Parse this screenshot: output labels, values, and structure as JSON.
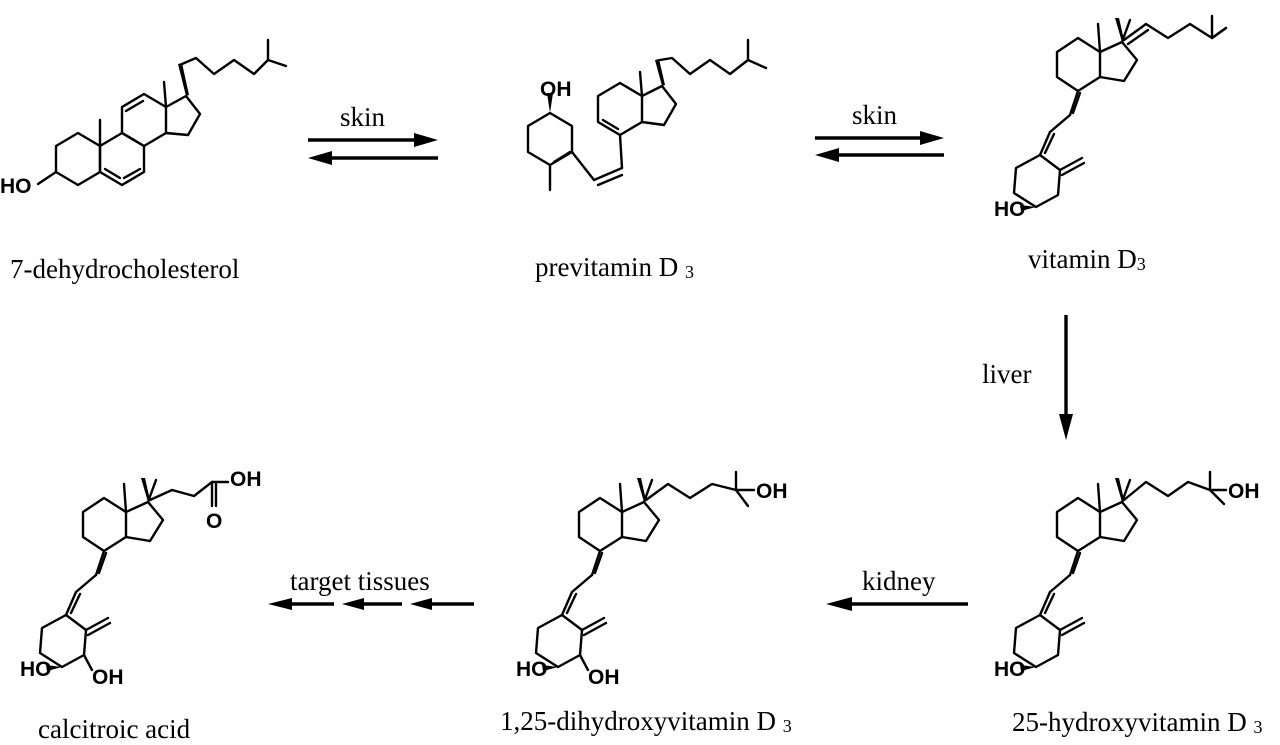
{
  "compounds": {
    "dehydrocholesterol": {
      "name": "7-dehydrocholesterol",
      "oh": "HO"
    },
    "previtamin": {
      "name": "previtamin D",
      "sub": "3",
      "oh": "OH"
    },
    "vitamin": {
      "name": "vitamin D",
      "sub": "3",
      "oh": "HO"
    },
    "hydroxy25": {
      "name": "25-hydroxyvitamin D",
      "sub": "3",
      "oh_ring": "HO",
      "oh_chain": "OH"
    },
    "dihydroxy": {
      "name": "1,25-dihydroxyvitamin D",
      "sub": "3",
      "oh_ring": "HO",
      "oh_ring2": "OH",
      "oh_chain": "OH"
    },
    "calcitroic": {
      "name": "calcitroic acid",
      "oh_ring": "HO",
      "oh_ring2": "OH",
      "acid_oh": "OH",
      "acid_o": "O"
    }
  },
  "steps": {
    "skin1": "skin",
    "skin2": "skin",
    "liver": "liver",
    "kidney": "kidney",
    "target": "target tissues"
  }
}
